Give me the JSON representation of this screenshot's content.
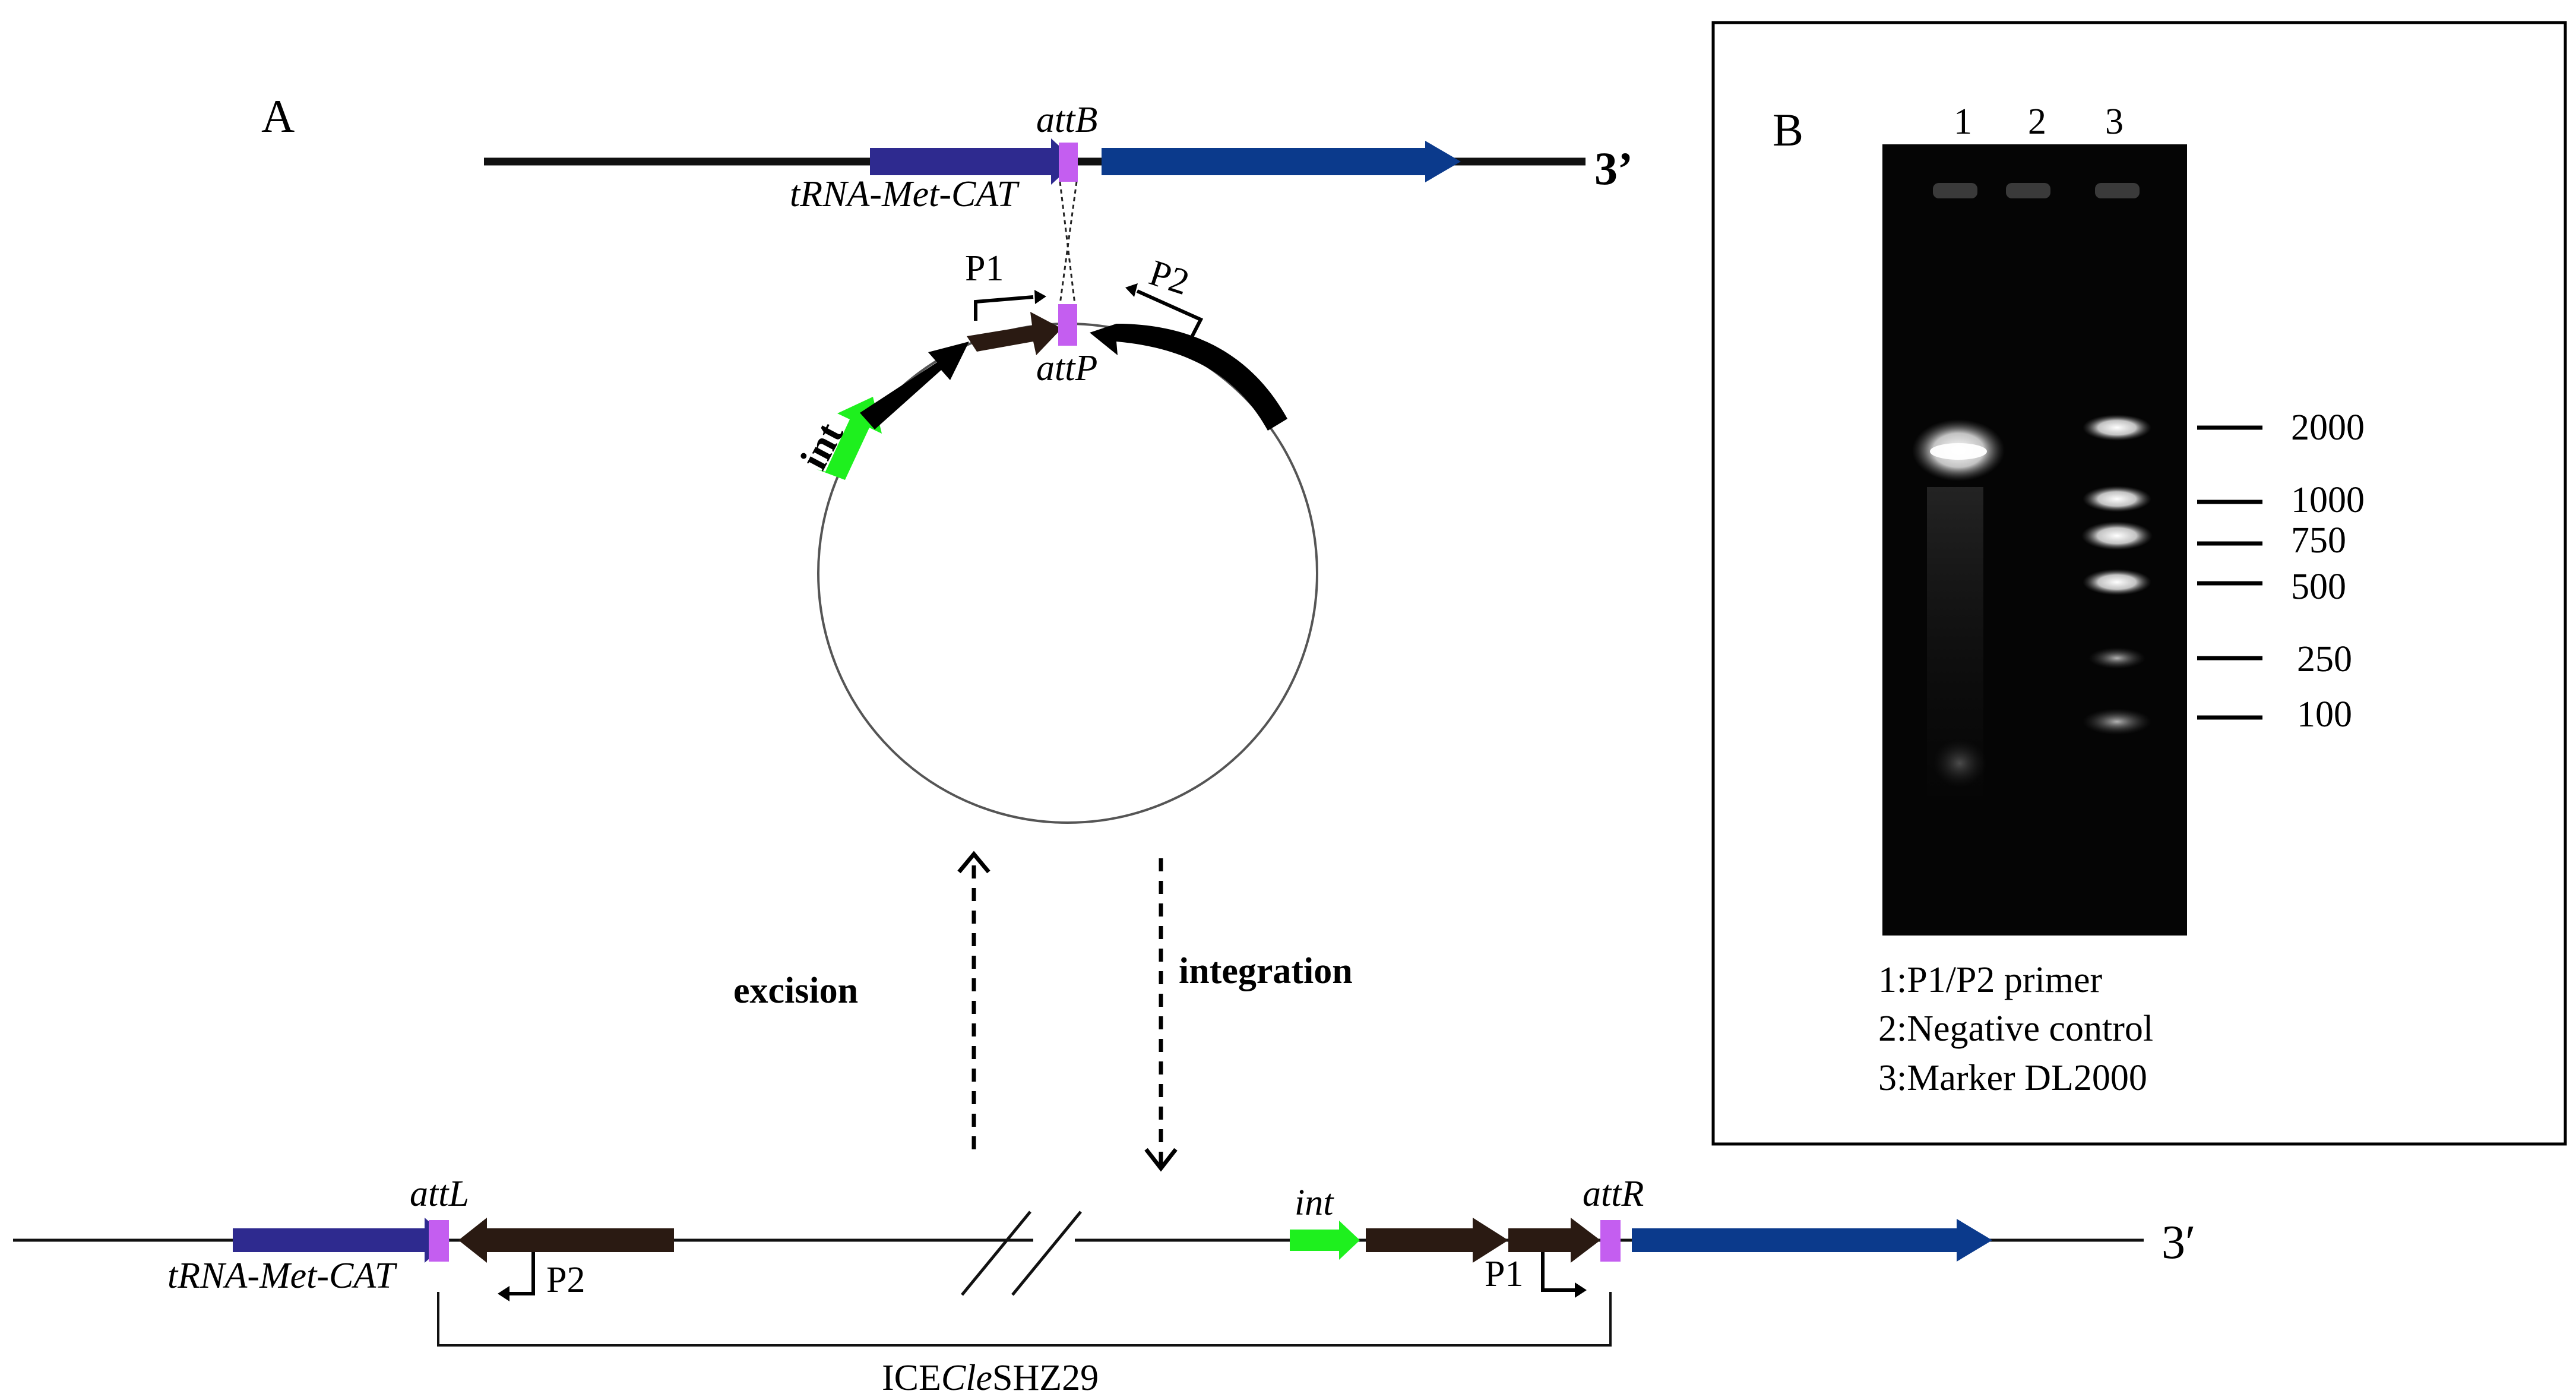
{
  "panel_a": {
    "label": "A",
    "top": {
      "gene_label": "tRNA-Met-CAT",
      "site_label": "attB",
      "three_prime": "3’"
    },
    "circle": {
      "site_label": "attP",
      "gene_int": "int",
      "primer_1": "P1",
      "primer_2": "P2"
    },
    "excision_label": "excision",
    "integration_label": "integration",
    "bottom": {
      "gene_label": "tRNA-Met-CAT",
      "left_site": "attL",
      "right_site": "attR",
      "int_label": "int",
      "primer_1": "P1",
      "primer_2": "P2",
      "three_prime": "3′",
      "element_prefix": "ICE",
      "element_italic": "Cle",
      "element_suffix": "SHZ29"
    }
  },
  "panel_b": {
    "label": "B",
    "lanes": [
      "1",
      "2",
      "3"
    ],
    "marker_sizes": [
      "2000",
      "1000",
      "750",
      "500",
      "250",
      "100"
    ],
    "legend": [
      "1:P1/P2 primer",
      "2:Negative control",
      "3:Marker DL2000"
    ]
  },
  "colors": {
    "trna_gene": "#2e2a8f",
    "downstream_gene": "#0b3a8c",
    "att_site": "#c45ef0",
    "int_gene": "#1ef01e",
    "orf": "#2a1a12",
    "backbone": "#111111",
    "gel": "#050505"
  }
}
